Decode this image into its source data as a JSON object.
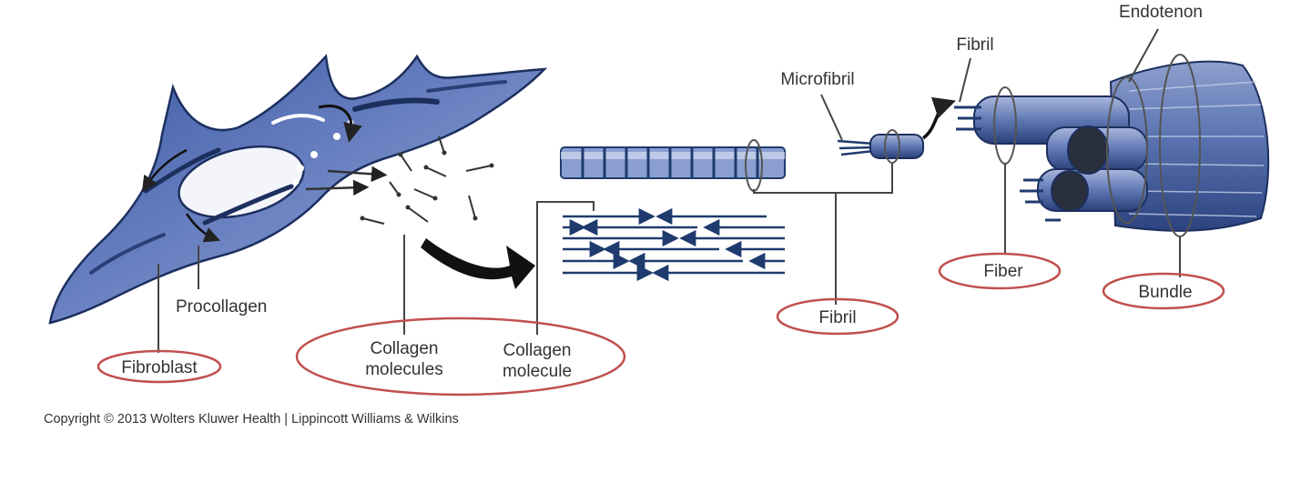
{
  "labels": {
    "fibroblast": "Fibroblast",
    "procollagen": "Procollagen",
    "collagen_molecules_1": "Collagen",
    "collagen_molecules_2": "molecules",
    "collagen_molecule_1": "Collagen",
    "collagen_molecule_2": "molecule",
    "fibril_bottom": "Fibril",
    "microfibril": "Microfibril",
    "fibril_top": "Fibril",
    "fiber": "Fiber",
    "endotenon": "Endotenon",
    "bundle": "Bundle"
  },
  "copyright": "Copyright © 2013 Wolters Kluwer Health | Lippincott Williams & Wilkins",
  "colors": {
    "oval_highlight": "#c0504d",
    "cell_blue": "#4a67ad",
    "filament_navy": "#1f3b6e",
    "tendon_blue": "#5a73b0"
  }
}
